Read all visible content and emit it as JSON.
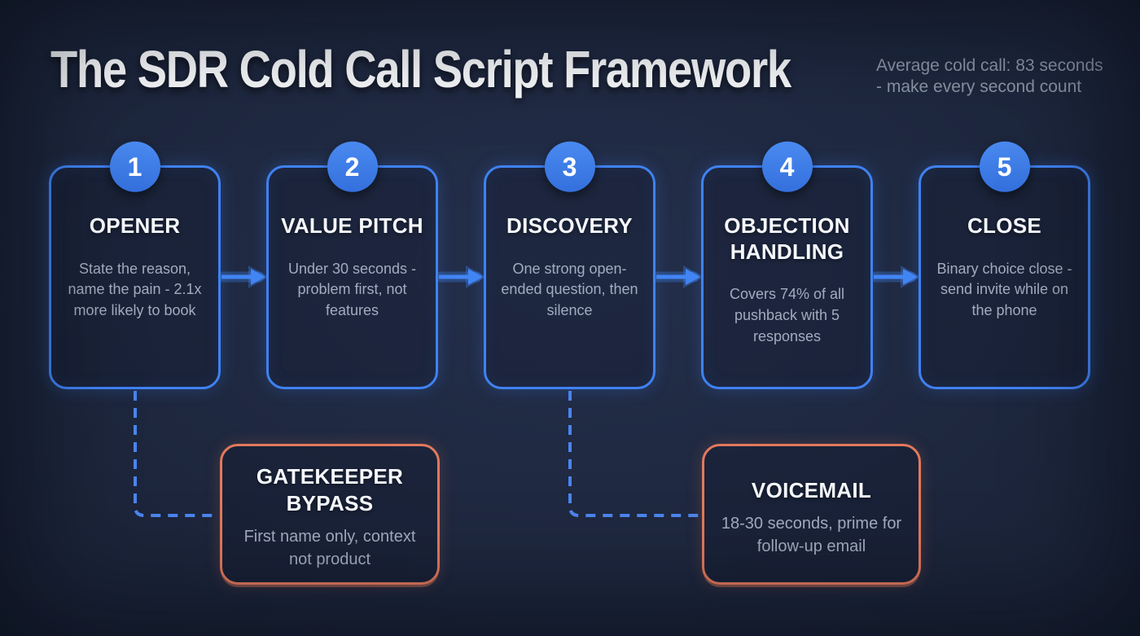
{
  "header": {
    "title": "The SDR Cold Call Script Framework",
    "note": {
      "line1": "Average cold call: 83 seconds",
      "line2": "- make every second count"
    }
  },
  "steps": [
    {
      "number": "1",
      "title": "OPENER",
      "description": "State the reason, name the pain - 2.1x more likely to book"
    },
    {
      "number": "2",
      "title": "VALUE PITCH",
      "description": "Under 30 seconds - problem first, not features"
    },
    {
      "number": "3",
      "title": "DISCOVERY",
      "description": "One strong open-ended question, then silence"
    },
    {
      "number": "4",
      "title": "OBJECTION HANDLING",
      "description": "Covers 74% of all pushback with 5 responses"
    },
    {
      "number": "5",
      "title": "CLOSE",
      "description": "Binary choice close - send invite while on the phone"
    }
  ],
  "branches": [
    {
      "title": "GATEKEEPER BYPASS",
      "description": "First name only, context not product",
      "connects_from": "OPENER"
    },
    {
      "title": "VOICEMAIL",
      "description": "18-30 seconds, prime for follow-up email",
      "connects_from": "DISCOVERY"
    }
  ],
  "colors": {
    "background": "#1b2439",
    "step_border": "#3f82f2",
    "badge_fill": "#3b7ae6",
    "arrow": "#4285f4",
    "dashed_connector": "#4b85ee",
    "branch_border": "#e2795c",
    "heading_text": "#f6f8fb",
    "body_text": "#a2acbf",
    "note_text": "#8d96a8"
  }
}
